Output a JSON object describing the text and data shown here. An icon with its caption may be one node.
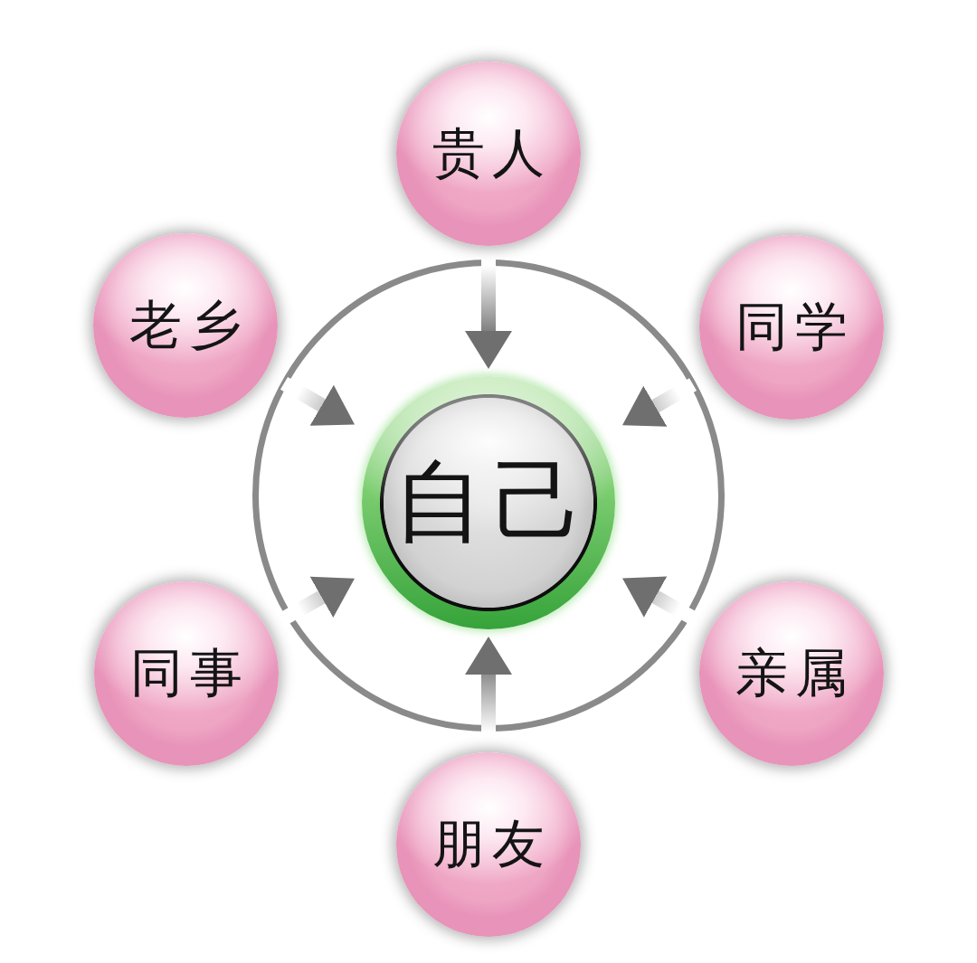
{
  "diagram": {
    "nodes": [
      {
        "text": [
          "贵人"
        ]
      },
      {
        "text": [
          "老乡"
        ]
      },
      {
        "text": [
          "同学"
        ]
      },
      {
        "text": [],
        "shape": "circle"
      },
      {
        "text": [
          "自己"
        ],
        "in": 3
      },
      {
        "text": [
          "同事"
        ]
      },
      {
        "text": [
          "亲属"
        ]
      },
      {
        "text": [
          "朋友"
        ]
      }
    ],
    "edges": [
      {
        "from": 0,
        "to": 4,
        "arrow": "to"
      },
      {
        "from": 1,
        "to": 4,
        "arrow": "to"
      },
      {
        "from": 2,
        "to": 4,
        "arrow": "to"
      },
      {
        "from": 5,
        "to": 4,
        "arrow": "to"
      },
      {
        "from": 6,
        "to": 4,
        "arrow": "to"
      },
      {
        "from": 7,
        "to": 4,
        "arrow": "to"
      }
    ]
  }
}
